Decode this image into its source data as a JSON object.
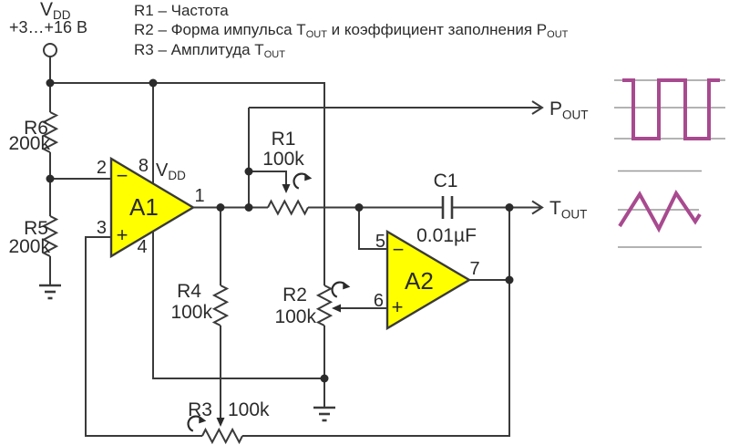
{
  "colors": {
    "wire": "#3a3a3a",
    "opamp_fill": "#ffff00",
    "waveform": "#a84a8f",
    "guide_line": "#9a9a9a"
  },
  "power": {
    "v": "V",
    "v_sub": "DD",
    "range": "+3…+16 В"
  },
  "legend": {
    "line1": "R1 – Частота",
    "line2_pre": "R2 – Форма импульса T",
    "line2_sub1": "OUT",
    "line2_mid": " и коэффициент заполнения P",
    "line2_sub2": "OUT",
    "line3_pre": "R3 – Амплитуда T",
    "line3_sub": "OUT"
  },
  "components": {
    "r1": {
      "ref": "R1",
      "value": "100k"
    },
    "r2": {
      "ref": "R2",
      "value": "100k"
    },
    "r3": {
      "ref": "R3",
      "value": "100k"
    },
    "r4": {
      "ref": "R4",
      "value": "100k"
    },
    "r5": {
      "ref": "R5",
      "value": "200k"
    },
    "r6": {
      "ref": "R6",
      "value": "200k"
    },
    "c1": {
      "ref": "C1",
      "value": "0.01µF"
    }
  },
  "opamp_a1": {
    "label": "A1",
    "pin_inverting": "2",
    "pin_noninverting": "3",
    "pin_vplus": "8",
    "pin_vminus": "4",
    "pin_output": "1",
    "vdd": "V",
    "vdd_sub": "DD",
    "minus": "−",
    "plus": "+"
  },
  "opamp_a2": {
    "label": "A2",
    "pin_inverting": "5",
    "pin_noninverting": "6",
    "pin_output": "7",
    "minus": "−",
    "plus": "+"
  },
  "outputs": {
    "pout": "P",
    "pout_sub": "OUT",
    "tout": "T",
    "tout_sub": "OUT"
  }
}
